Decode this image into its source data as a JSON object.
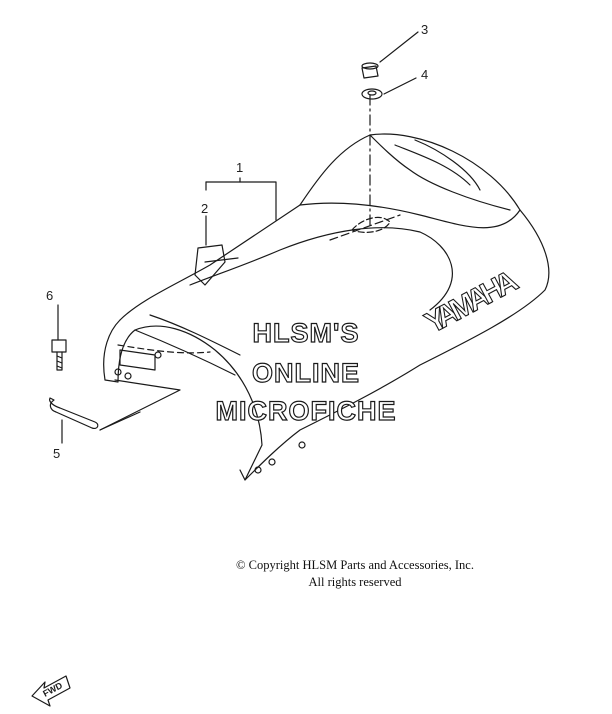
{
  "callouts": {
    "c1": "1",
    "c2": "2",
    "c3": "3",
    "c4": "4",
    "c5": "5",
    "c6": "6"
  },
  "brand_text": "YAMAHA",
  "watermark": {
    "line1": "HLSM'S",
    "line2": "ONLINE",
    "line3": "MICROFICHE"
  },
  "copyright": {
    "line1": "© Copyright HLSM Parts and Accessories, Inc.",
    "line2": "All rights reserved"
  },
  "fwd_label": "FWD",
  "colors": {
    "ink": "#1a1a1a",
    "paper": "#ffffff"
  }
}
